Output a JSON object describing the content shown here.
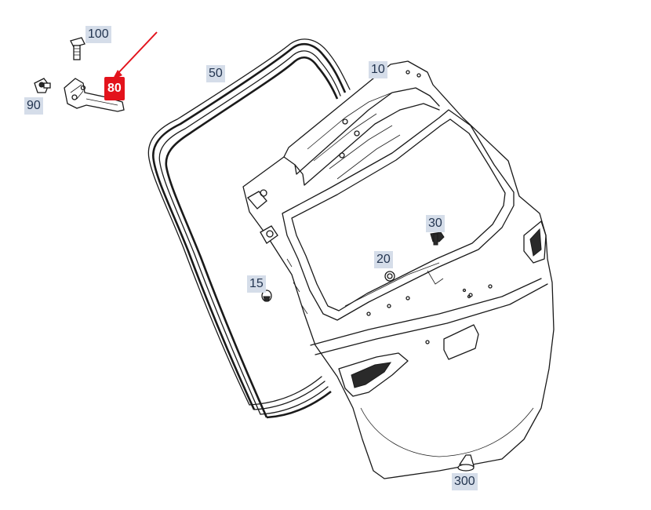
{
  "diagram": {
    "callouts": [
      {
        "id": "100",
        "label": "100"
      },
      {
        "id": "90",
        "label": "90"
      },
      {
        "id": "80",
        "label": "80",
        "highlighted": true
      },
      {
        "id": "50",
        "label": "50"
      },
      {
        "id": "10",
        "label": "10"
      },
      {
        "id": "30",
        "label": "30"
      },
      {
        "id": "20",
        "label": "20"
      },
      {
        "id": "15",
        "label": "15"
      },
      {
        "id": "300",
        "label": "300"
      }
    ],
    "colors": {
      "callout_background": "#d5dde9",
      "callout_text": "#233550",
      "highlight_background": "#e3131c",
      "highlight_text": "#ffffff",
      "arrow": "#e3131c",
      "line_art": "#1a1a1a"
    }
  }
}
